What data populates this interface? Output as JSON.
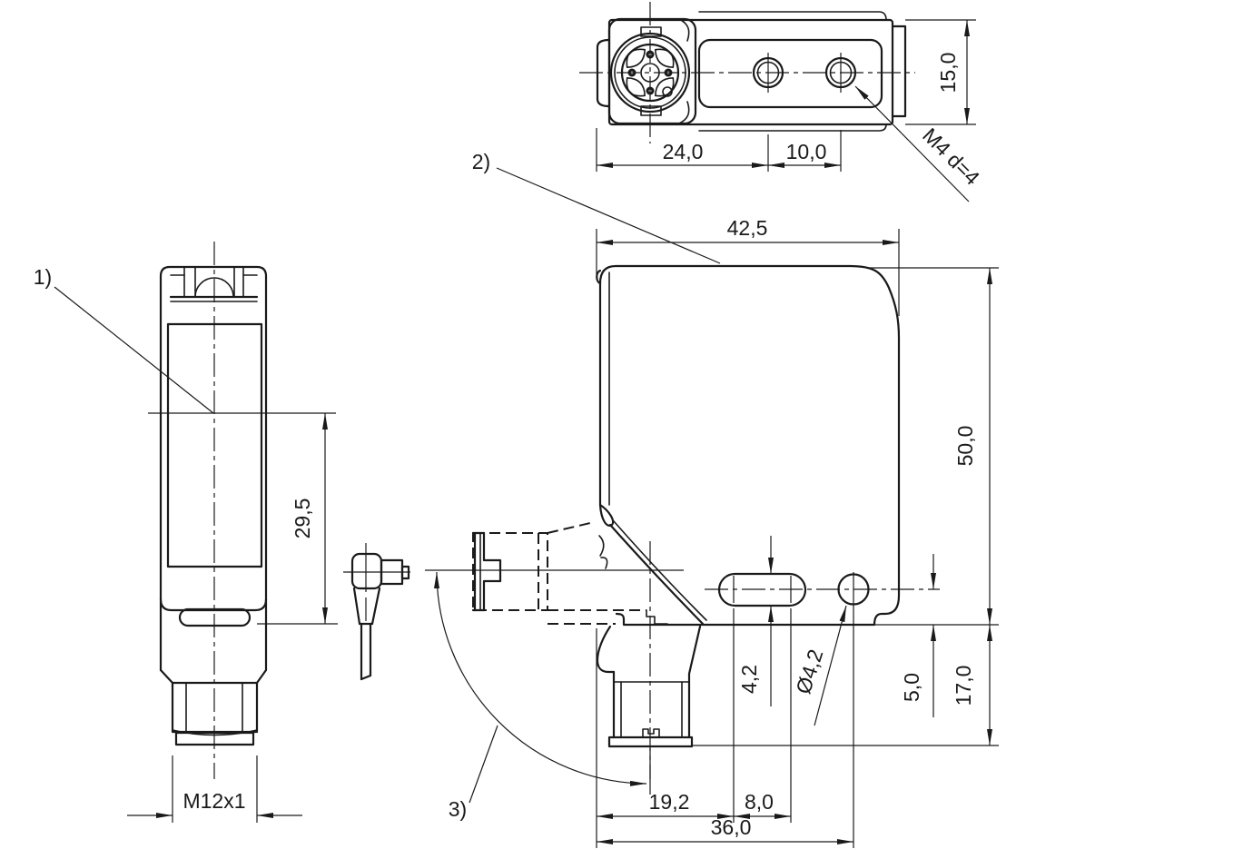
{
  "colors": {
    "line": "#1a1a1a",
    "background": "#ffffff"
  },
  "callouts": {
    "c1": "1)",
    "c2": "2)",
    "c3": "3)"
  },
  "top_view": {
    "dim_edge_to_hole": "24,0",
    "dim_hole_spacing": "10,0",
    "dim_height": "15,0",
    "thread_note": "M4 d=4"
  },
  "front_view": {
    "dim_optical_axis": "29,5",
    "thread_note": "M12x1"
  },
  "side_view": {
    "dim_width": "42,5",
    "dim_height": "50,0",
    "dim_connector_depth": "17,0",
    "dim_hole_to_edge": "5,0",
    "dim_slot_width": "4,2",
    "dim_hole_diameter": "Ø4,2",
    "dim_edge_to_slot": "19,2",
    "dim_slot_to_hole": "8,0",
    "dim_edge_to_hole": "36,0"
  }
}
